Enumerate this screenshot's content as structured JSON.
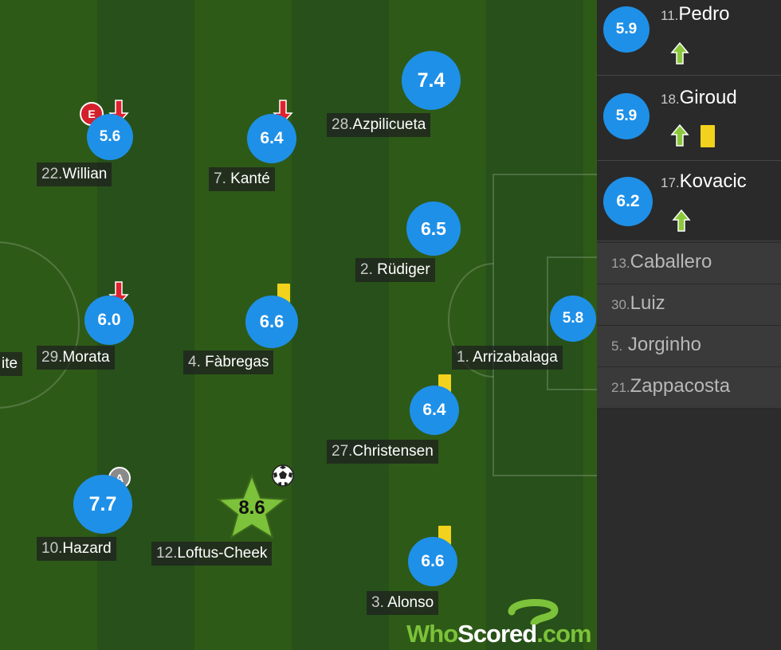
{
  "starters": {
    "willian": {
      "number": "22.",
      "name": "Willian",
      "rating": "5.6"
    },
    "kante": {
      "number": "7.",
      "name": "Kanté",
      "rating": "6.4"
    },
    "azpilicueta": {
      "number": "28.",
      "name": "Azpilicueta",
      "rating": "7.4"
    },
    "rudiger": {
      "number": "2.",
      "name": "Rüdiger",
      "rating": "6.5"
    },
    "morata": {
      "number": "29.",
      "name": "Morata",
      "rating": "6.0"
    },
    "fabregas": {
      "number": "4.",
      "name": "Fàbregas",
      "rating": "6.6"
    },
    "arrizabalaga": {
      "number": "1.",
      "name": "Arrizabalaga",
      "rating": "5.8"
    },
    "christensen": {
      "number": "27.",
      "name": "Christensen",
      "rating": "6.4"
    },
    "hazard": {
      "number": "10.",
      "name": "Hazard",
      "rating": "7.7"
    },
    "loftus_cheek": {
      "number": "12.",
      "name": "Loftus-Cheek",
      "rating": "8.6"
    },
    "alonso": {
      "number": "3.",
      "name": "Alonso",
      "rating": "6.6"
    },
    "partial_label": "ite"
  },
  "badges": {
    "error": "E",
    "assist": "A"
  },
  "substitutes": [
    {
      "number": "11.",
      "name": "Pedro",
      "rating": "5.9"
    },
    {
      "number": "18.",
      "name": "Giroud",
      "rating": "5.9"
    },
    {
      "number": "17.",
      "name": "Kovacic",
      "rating": "6.2"
    }
  ],
  "bench": [
    {
      "number": "13.",
      "name": "Caballero"
    },
    {
      "number": "30.",
      "name": "Luiz"
    },
    {
      "number": "5.",
      "name": "Jorginho"
    },
    {
      "number": "21.",
      "name": "Zappacosta"
    }
  ],
  "logo": {
    "text_who": "Who",
    "text_scored": "Scored",
    "text_dot": ".com"
  },
  "colors": {
    "rating_bubble": "#1e90e8",
    "man_of_match_star": "#7cc23a",
    "yellow_card": "#f2d21c",
    "sub_off_arrow": "#e0202e",
    "sub_on_arrow": "#8cc83c",
    "pitch_dark": "#27501a",
    "pitch_light": "#2e5a17"
  },
  "icons": [
    "sub-off-arrow-icon",
    "sub-on-arrow-icon",
    "yellow-card-icon",
    "error-badge-icon",
    "assist-badge-icon",
    "goal-ball-icon",
    "man-of-the-match-star-icon"
  ]
}
